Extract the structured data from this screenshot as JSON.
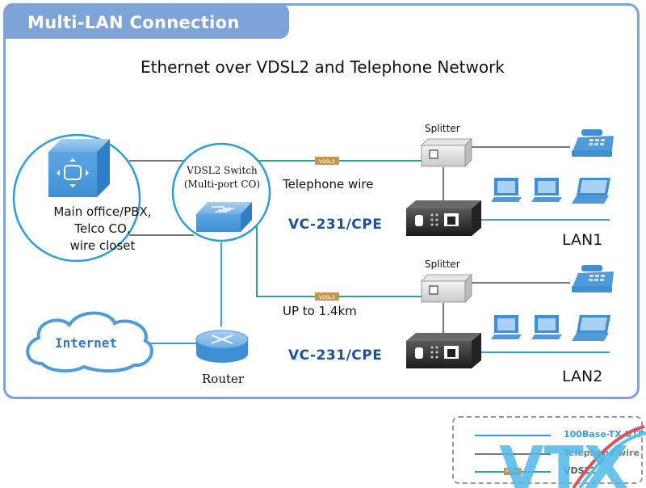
{
  "header": {
    "title": "Multi-LAN Connection",
    "subtitle": "Ethernet over VDSL2 and Telephone Network"
  },
  "nodes": {
    "main_office": {
      "label_lines": [
        "Main office/PBX,",
        "Telco CO,",
        "wire closet"
      ],
      "icon": "pbx-cube-icon"
    },
    "switch": {
      "label_lines": [
        "VDSL2 Switch",
        "(Multi-port CO)"
      ],
      "icon": "switch-icon"
    },
    "internet": {
      "label": "Internet",
      "icon": "cloud-icon"
    },
    "router": {
      "label": "Router",
      "icon": "router-icon"
    },
    "branch1": {
      "splitter_label": "Splitter",
      "wire_label": "Telephone wire",
      "cpe_label": "VC-231/CPE",
      "lan_label": "LAN1",
      "vdsl_tag": "VDSL2"
    },
    "branch2": {
      "splitter_label": "Splitter",
      "wire_label": "UP to 1.4km",
      "cpe_label": "VC-231/CPE",
      "lan_label": "LAN2",
      "vdsl_tag": "VDSL2"
    }
  },
  "legend": {
    "items": [
      {
        "label": "100Base-TX UTP",
        "color": "#3a9fd0"
      },
      {
        "label": "Telephone wire",
        "color": "#777777"
      },
      {
        "label": "VDSL2",
        "color": "#2aa39a",
        "tag": "VDSL2"
      }
    ]
  },
  "watermark": {
    "text": "VTX"
  },
  "colors": {
    "accent_frame": "#7ea3d6",
    "utp": "#3a9fd0",
    "telephone": "#777777",
    "vdsl": "#2aa39a",
    "device_blue": "#4f9ad8",
    "cpe_text": "#1f4f9a",
    "tag_orange": "#c79552"
  }
}
